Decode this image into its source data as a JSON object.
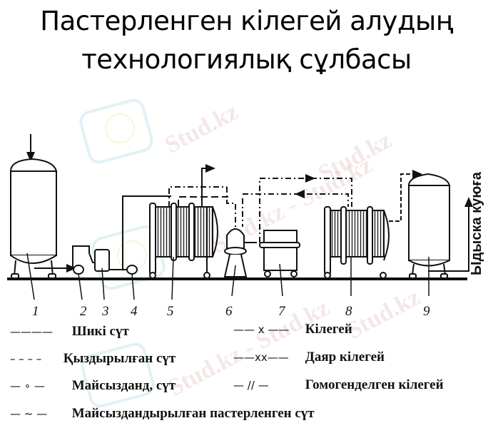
{
  "title": {
    "line1": "Пастерленген кілегей алудың",
    "line2": "технологиялық сұлбасы"
  },
  "diagram": {
    "equipment_numbers": [
      "1",
      "2",
      "3",
      "4",
      "5",
      "6",
      "7",
      "8",
      "9"
    ],
    "output_label": "Ыдыска куюға"
  },
  "legend": {
    "items": [
      {
        "symbol": "————",
        "label": "Шикі сүт"
      },
      {
        "symbol": "– – – –",
        "label": "Қыздырылған сүт"
      },
      {
        "symbol": "— ∘ —",
        "label": "Майсызданд,   сүт"
      },
      {
        "symbol": "— ~ —",
        "label": "Майсыздандырылған  пастерленген сүт"
      },
      {
        "symbol": "—— x ——",
        "label": "Кілегей"
      },
      {
        "symbol": "——xx——",
        "label": "Даяр кілегей"
      },
      {
        "symbol": "— // —",
        "label": "Гомогенделген кілегей"
      }
    ]
  },
  "watermark": {
    "text": "Stud.kz",
    "text_long": "Stud.kz - Stud.kz"
  }
}
